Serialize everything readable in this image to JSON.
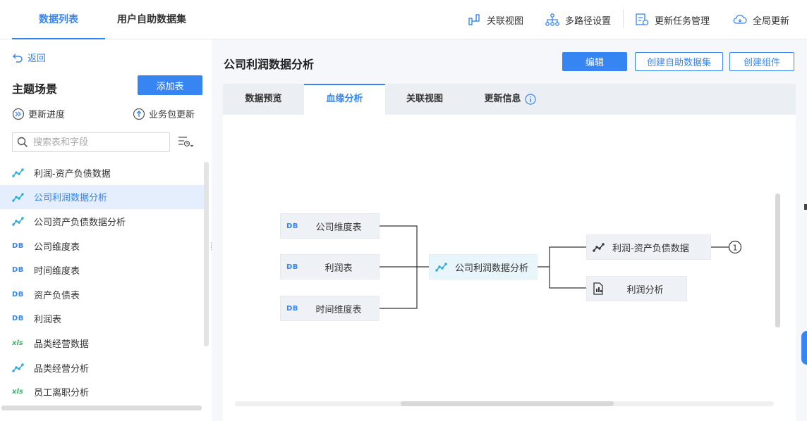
{
  "top_tabs": [
    "数据列表",
    "用户自助数据集"
  ],
  "top_actions": {
    "relation_view": "关联视图",
    "multi_path": "多路径设置",
    "task_manage": "更新任务管理",
    "global_update": "全局更新"
  },
  "sidebar": {
    "back": "返回",
    "title": "主题场景",
    "add_table": "添加表",
    "update_progress": "更新进度",
    "biz_update": "业务包更新",
    "search_placeholder": "搜索表和字段",
    "items": [
      {
        "label": "利润-资产负债数据",
        "icon": "analysis-icon"
      },
      {
        "label": "公司利润数据分析",
        "icon": "analysis-icon",
        "active": true
      },
      {
        "label": "公司资产负债数据分析",
        "icon": "analysis-icon"
      },
      {
        "label": "公司维度表",
        "icon": "db-icon"
      },
      {
        "label": "时间维度表",
        "icon": "db-icon"
      },
      {
        "label": "资产负债表",
        "icon": "db-icon"
      },
      {
        "label": "利润表",
        "icon": "db-icon"
      },
      {
        "label": "品类经营数据",
        "icon": "excel-icon"
      },
      {
        "label": "品类经营分析",
        "icon": "analysis-icon"
      },
      {
        "label": "员工离职分析",
        "icon": "excel-icon"
      }
    ]
  },
  "main": {
    "title": "公司利润数据分析",
    "buttons": {
      "edit": "编辑",
      "create_dataset": "创建自助数据集",
      "create_component": "创建组件"
    },
    "tabs": [
      "数据预览",
      "血缘分析",
      "关联视图",
      "更新信息"
    ],
    "active_tab": "血缘分析"
  },
  "lineage": {
    "sources": [
      "公司维度表",
      "利润表",
      "时间维度表"
    ],
    "db_label": "DB",
    "center": "公司利润数据分析",
    "targets": [
      "利润-资产负债数据",
      "利润分析"
    ],
    "downstream_count": "1"
  },
  "colors": {
    "accent": "#3685f2",
    "analysis": "#2ba8d8",
    "excel": "#3fb56b"
  }
}
